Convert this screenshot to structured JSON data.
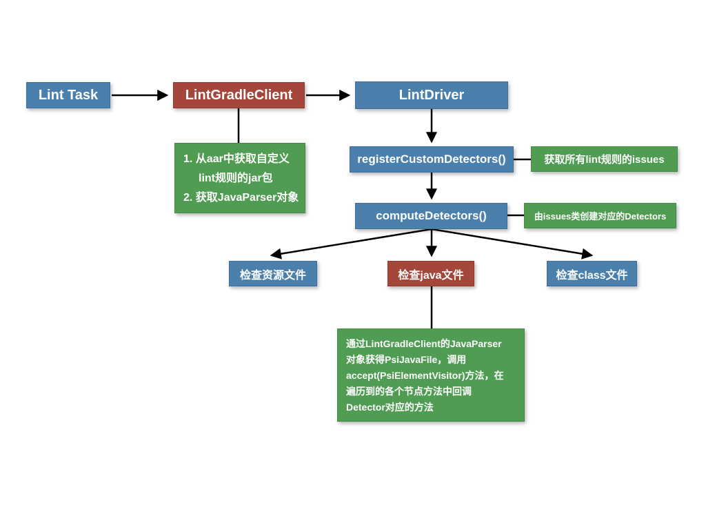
{
  "colors": {
    "node_blue": "#4b80ad",
    "node_red": "#a5463a",
    "note_green": "#4f9c52",
    "text": "#ffffff",
    "connector": "#000000",
    "background": "#ffffff"
  },
  "nodes": {
    "lint_task": "Lint Task",
    "lint_gradle_client": "LintGradleClient",
    "lint_driver": "LintDriver",
    "register_custom_detectors": "registerCustomDetectors()",
    "compute_detectors": "computeDetectors()",
    "check_resource_file": "检查资源文件",
    "check_java_file": "检查java文件",
    "check_class_file": "检查class文件"
  },
  "notes": {
    "gradle_client_steps": {
      "lines": {
        "l1": "1. 从aar中获取自定义",
        "l2": "lint规则的jar包",
        "l3": "2. 获取JavaParser对象"
      }
    },
    "register_note": "获取所有lint规则的issues",
    "compute_note": "由issues类创建对应的Detectors",
    "java_check_note": {
      "lines": {
        "l1": "通过LintGradleClient的JavaParser",
        "l2": "对象获得PsiJavaFile，调用",
        "l3": "accept(PsiElementVisitor)方法，在",
        "l4": "遍历到的各个节点方法中回调",
        "l5": "Detector对应的方法"
      }
    }
  }
}
